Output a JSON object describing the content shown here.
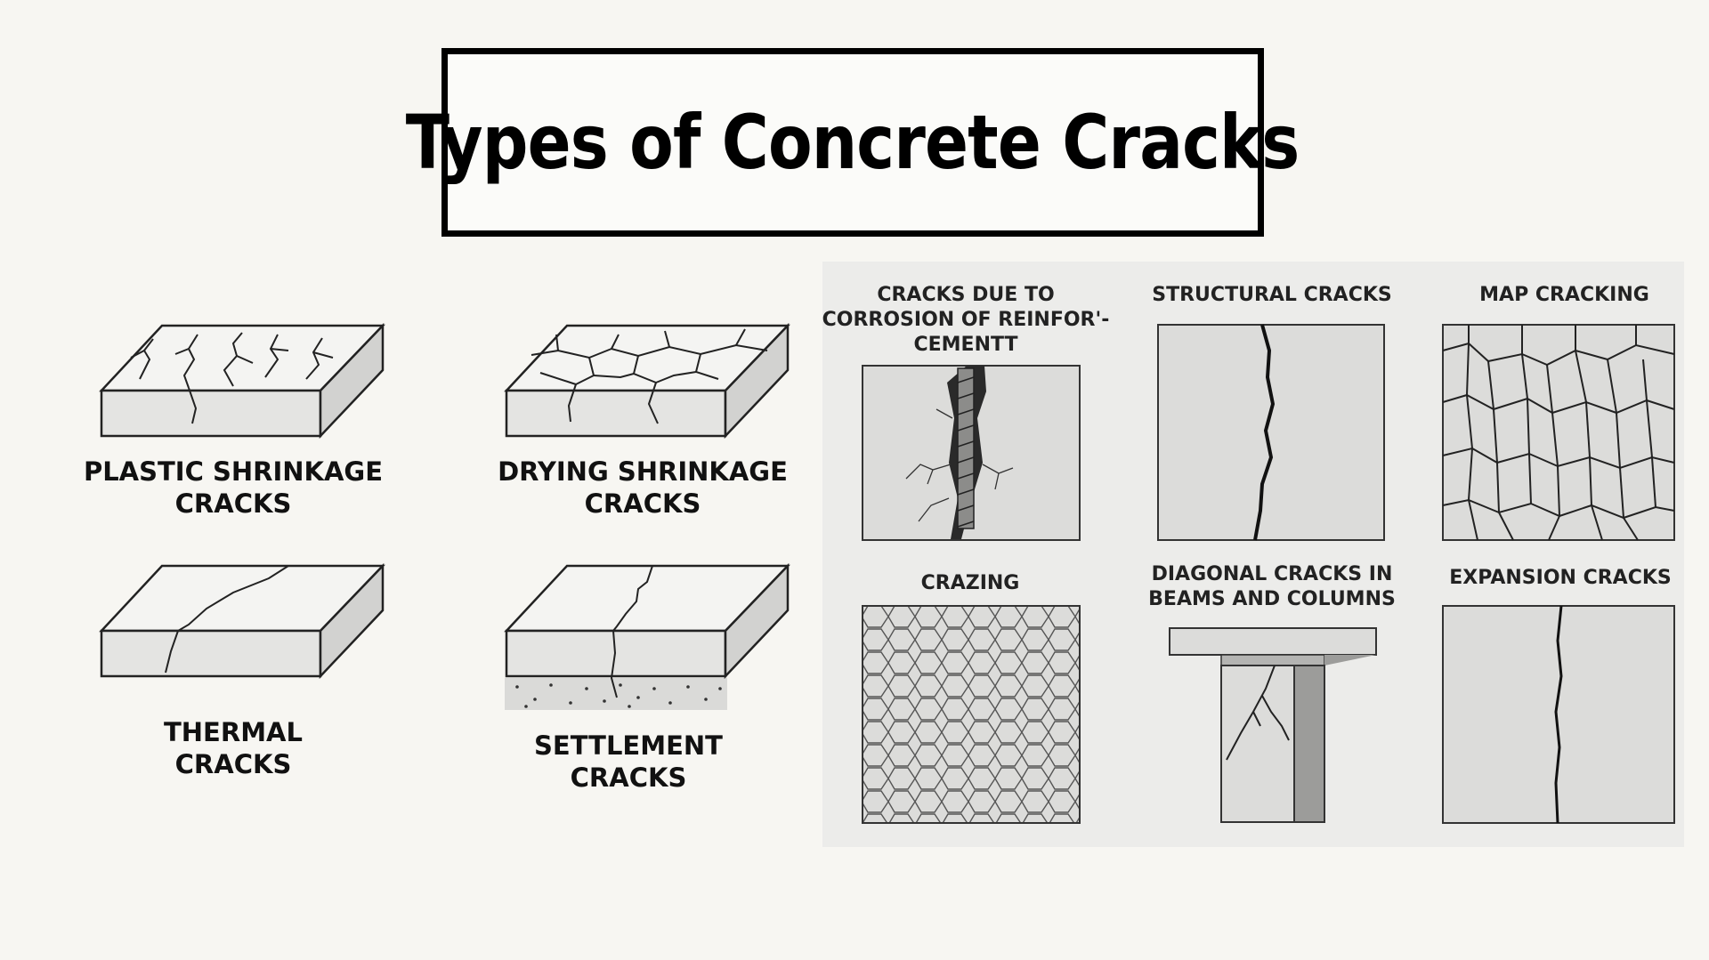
{
  "title": "Types of Concrete Cracks",
  "left_items": [
    {
      "lines": [
        "PLASTIC SHRINKAGE",
        "CRACKS"
      ],
      "icon": "slab-plastic-shrinkage-icon"
    },
    {
      "lines": [
        "DRYING SHRINKAGE",
        "CRACKS"
      ],
      "icon": "slab-drying-shrinkage-icon"
    },
    {
      "lines": [
        "THERMAL",
        "CRACKS"
      ],
      "icon": "slab-thermal-crack-icon"
    },
    {
      "lines": [
        "SETTLEMENT",
        "CRACKS"
      ],
      "icon": "slab-settlement-crack-icon"
    }
  ],
  "right_items": [
    {
      "lines": [
        "CRACKS DUE TO",
        "CORROSION OF REINFOR'-",
        "CEMENTT"
      ],
      "icon": "corrosion-rebar-crack-icon"
    },
    {
      "lines": [
        "STRUCTURAL CRACKS"
      ],
      "icon": "structural-crack-icon"
    },
    {
      "lines": [
        "MAP CRACKING"
      ],
      "icon": "map-cracking-icon"
    },
    {
      "lines": [
        "CRAZING"
      ],
      "icon": "crazing-icon"
    },
    {
      "lines": [
        "DIAGONAL CRACKS IN",
        "BEAMS AND COLUMNS"
      ],
      "icon": "beam-column-crack-icon"
    },
    {
      "lines": [
        "EXPANSION CRACKS"
      ],
      "icon": "expansion-crack-icon"
    }
  ],
  "colors": {
    "background": "#f7f6f2",
    "panel": "#ececea",
    "concrete": "#dcdcda",
    "line": "#1a1a1a"
  }
}
